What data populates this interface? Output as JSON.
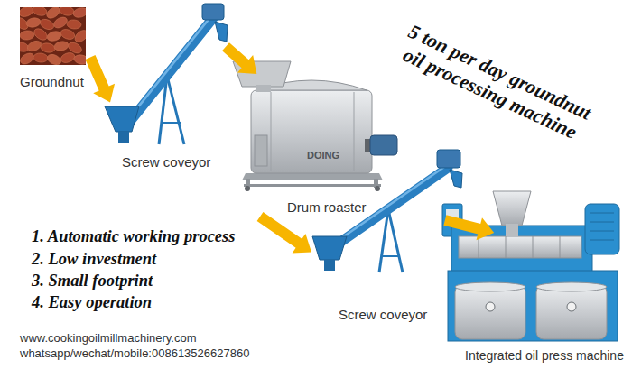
{
  "diagram": {
    "title": "5 ton per day groundnut oil processing machine",
    "nodes": [
      {
        "text": [
          "Groundnut"
        ]
      },
      {
        "text": [
          "Screw coveyor"
        ]
      },
      {
        "text": [
          "Drum roaster"
        ]
      },
      {
        "text": [
          "Screw coveyor"
        ]
      },
      {
        "text": [
          "Integrated oil press machine"
        ]
      }
    ],
    "edges": [
      {
        "from": 0,
        "to": 1,
        "arrow": "to"
      },
      {
        "from": 1,
        "to": 2,
        "arrow": "to"
      },
      {
        "from": 2,
        "to": 3,
        "arrow": "to"
      },
      {
        "from": 3,
        "to": 4,
        "arrow": "to"
      }
    ],
    "labels": [
      "1. Automatic working process",
      "2. Low investment",
      "3. Small footprint",
      "4. Easy operation",
      "www.cookingoilmillmachinery.com",
      "whatsapp/wechat/mobile:008613526627860",
      "DOING"
    ]
  }
}
